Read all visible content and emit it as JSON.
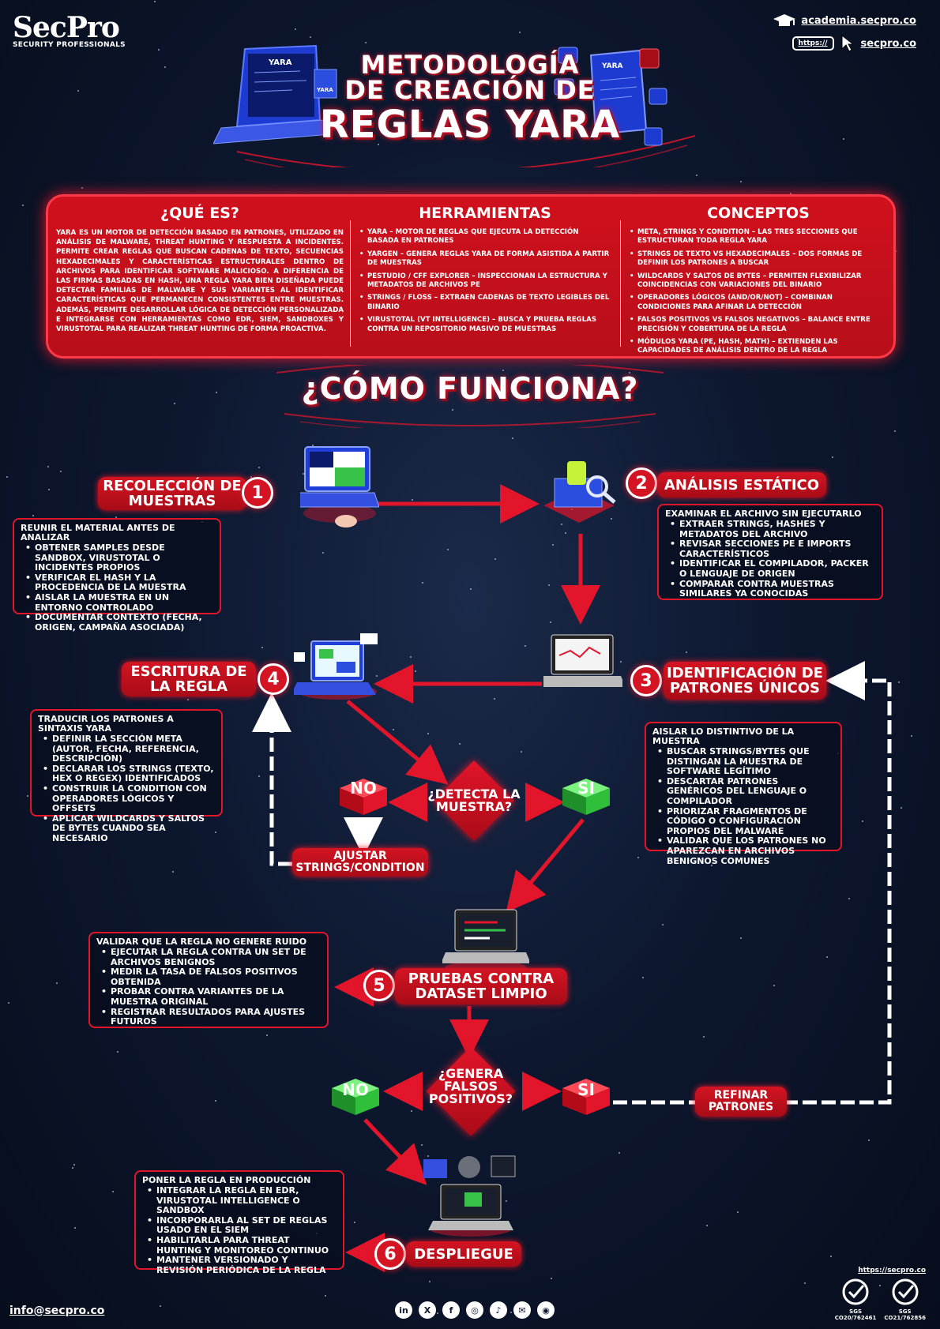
{
  "brand": {
    "name": "SecPro",
    "tagline": "SECURITY PROFESSIONALS"
  },
  "links": {
    "academy": "academia.secpro.co",
    "url_prefix": "https://",
    "site": "secpro.co"
  },
  "title": {
    "line1": "METODOLOGÍA",
    "line2": "DE CREACIÓN DE",
    "line3": "REGLAS YARA"
  },
  "device_labels": {
    "laptop": "YARA",
    "doc": "YARA",
    "file": "YARA"
  },
  "panel": {
    "que_es": {
      "heading": "¿QUÉ ES?",
      "text": "YARA ES UN MOTOR DE DETECCIÓN BASADO EN PATRONES, UTILIZADO EN ANÁLISIS DE MALWARE, THREAT HUNTING Y RESPUESTA A INCIDENTES. PERMITE CREAR REGLAS QUE BUSCAN CADENAS DE TEXTO, SECUENCIAS HEXADECIMALES Y CARACTERÍSTICAS ESTRUCTURALES DENTRO DE ARCHIVOS PARA IDENTIFICAR SOFTWARE MALICIOSO. A DIFERENCIA DE LAS FIRMAS BASADAS EN HASH, UNA REGLA YARA BIEN DISEÑADA PUEDE DETECTAR FAMILIAS DE MALWARE Y SUS VARIANTES AL IDENTIFICAR CARACTERÍSTICAS QUE PERMANECEN CONSISTENTES ENTRE MUESTRAS. ADEMÁS, PERMITE DESARROLLAR LÓGICA DE DETECCIÓN PERSONALIZADA E INTEGRARSE CON HERRAMIENTAS COMO EDR, SIEM, SANDBOXES Y VIRUSTOTAL PARA REALIZAR THREAT HUNTING DE FORMA PROACTIVA."
    },
    "herramientas": {
      "heading": "HERRAMIENTAS",
      "items": [
        "YARA – MOTOR DE REGLAS QUE EJECUTA LA DETECCIÓN BASADA EN PATRONES",
        "YARGEN – GENERA REGLAS YARA DE FORMA ASISTIDA A PARTIR DE MUESTRAS",
        "PESTUDIO / CFF EXPLORER – INSPECCIONAN LA ESTRUCTURA Y METADATOS DE ARCHIVOS PE",
        "STRINGS / FLOSS – EXTRAEN CADENAS DE TEXTO LEGIBLES DEL BINARIO",
        "VIRUSTOTAL (VT INTELLIGENCE) – BUSCA Y PRUEBA REGLAS CONTRA UN REPOSITORIO MASIVO DE MUESTRAS"
      ]
    },
    "conceptos": {
      "heading": "CONCEPTOS",
      "items": [
        "META, STRINGS Y CONDITION – LAS TRES SECCIONES QUE ESTRUCTURAN TODA REGLA YARA",
        "STRINGS DE TEXTO VS HEXADECIMALES – DOS FORMAS DE DEFINIR LOS PATRONES A BUSCAR",
        "WILDCARDS Y SALTOS DE BYTES – PERMITEN FLEXIBILIZAR COINCIDENCIAS CON VARIACIONES DEL BINARIO",
        "OPERADORES LÓGICOS (AND/OR/NOT) – COMBINAN CONDICIONES PARA AFINAR LA DETECCIÓN",
        "FALSOS POSITIVOS VS FALSOS NEGATIVOS – BALANCE ENTRE PRECISIÓN Y COBERTURA DE LA REGLA",
        "MÓDULOS YARA (PE, HASH, MATH) – EXTIENDEN LAS CAPACIDADES DE ANÁLISIS DENTRO DE LA REGLA"
      ]
    }
  },
  "how_title": "¿CÓMO FUNCIONA?",
  "steps": [
    {
      "num": "1",
      "title": "RECOLECCIÓN DE MUESTRAS",
      "lead": "REUNIR EL MATERIAL ANTES DE ANALIZAR",
      "items": [
        "OBTENER SAMPLES DESDE SANDBOX, VIRUSTOTAL O INCIDENTES PROPIOS",
        "VERIFICAR EL HASH Y LA PROCEDENCIA DE LA MUESTRA",
        "AISLAR LA MUESTRA EN UN ENTORNO CONTROLADO",
        "DOCUMENTAR CONTEXTO (FECHA, ORIGEN, CAMPAÑA ASOCIADA)"
      ]
    },
    {
      "num": "2",
      "title": "ANÁLISIS ESTÁTICO",
      "lead": "EXAMINAR EL ARCHIVO SIN EJECUTARLO",
      "items": [
        "EXTRAER STRINGS, HASHES Y METADATOS DEL ARCHIVO",
        "REVISAR SECCIONES PE E IMPORTS CARACTERÍSTICOS",
        "IDENTIFICAR EL COMPILADOR, PACKER O LENGUAJE DE ORIGEN",
        "COMPARAR CONTRA MUESTRAS SIMILARES YA CONOCIDAS"
      ]
    },
    {
      "num": "3",
      "title": "IDENTIFICACIÓN DE PATRONES ÚNICOS",
      "lead": "AISLAR LO DISTINTIVO DE LA MUESTRA",
      "items": [
        "BUSCAR STRINGS/BYTES QUE DISTINGAN LA MUESTRA DE SOFTWARE LEGÍTIMO",
        "DESCARTAR PATRONES GENÉRICOS DEL LENGUAJE O COMPILADOR",
        "PRIORIZAR FRAGMENTOS DE CÓDIGO O CONFIGURACIÓN PROPIOS DEL MALWARE",
        "VALIDAR QUE LOS PATRONES NO APAREZCAN EN ARCHIVOS BENIGNOS COMUNES"
      ]
    },
    {
      "num": "4",
      "title": "ESCRITURA DE LA REGLA",
      "lead": "TRADUCIR LOS PATRONES A SINTAXIS YARA",
      "items": [
        "DEFINIR LA SECCIÓN META (AUTOR, FECHA, REFERENCIA, DESCRIPCIÓN)",
        "DECLARAR LOS STRINGS (TEXTO, HEX O REGEX) IDENTIFICADOS",
        "CONSTRUIR LA CONDITION CON OPERADORES LÓGICOS Y OFFSETS",
        "APLICAR WILDCARDS Y SALTOS DE BYTES CUANDO SEA NECESARIO"
      ]
    },
    {
      "num": "5",
      "title": "PRUEBAS CONTRA DATASET LIMPIO",
      "lead": "VALIDAR QUE LA REGLA NO GENERE RUIDO",
      "items": [
        "EJECUTAR LA REGLA CONTRA UN SET DE ARCHIVOS BENIGNOS",
        "MEDIR LA TASA DE FALSOS POSITIVOS OBTENIDA",
        "PROBAR CONTRA VARIANTES DE LA MUESTRA ORIGINAL",
        "REGISTRAR RESULTADOS PARA AJUSTES FUTUROS"
      ]
    },
    {
      "num": "6",
      "title": "DESPLIEGUE",
      "lead": "PONER LA REGLA EN PRODUCCIÓN",
      "items": [
        "INTEGRAR LA REGLA EN EDR, VIRUSTOTAL INTELLIGENCE O SANDBOX",
        "INCORPORARLA AL SET DE REGLAS USADO EN EL SIEM",
        "HABILITARLA PARA THREAT HUNTING Y MONITOREO CONTINUO",
        "MANTENER VERSIONADO Y REVISIÓN PERIÓDICA DE LA REGLA"
      ]
    }
  ],
  "decisions": {
    "d1": "¿DETECTA LA MUESTRA?",
    "d2": "¿GENERA FALSOS POSITIVOS?",
    "no": "NO",
    "si": "SI"
  },
  "actions": {
    "adjust": "AJUSTAR STRINGS/CONDITION",
    "refine": "REFINAR PATRONES"
  },
  "footer": {
    "email": "info@secpro.co",
    "site": "https://secpro.co",
    "cert1": "CO20/762461",
    "cert2": "CO21/762856",
    "cert_mark": "SGS"
  },
  "social": [
    "in",
    "X",
    "f",
    "◎",
    "♪",
    "✉",
    "◉"
  ],
  "colors": {
    "accent": "#e2152a",
    "green": "#2fbf3a",
    "background": "#0d1830"
  }
}
